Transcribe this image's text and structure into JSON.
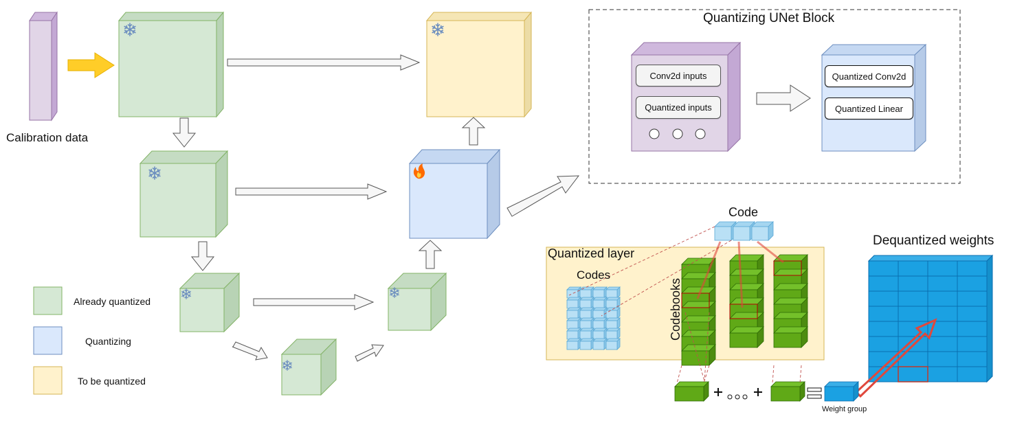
{
  "calibration_label": "Calibration data",
  "unet_block": {
    "title": "Quantizing UNet Block",
    "left_items": [
      "Conv2d inputs",
      "Quantized inputs"
    ],
    "right_items": [
      "Quantized Conv2d",
      "Quantized Linear"
    ]
  },
  "legend": [
    {
      "label": "Already quantized",
      "color": "#d5e8d4"
    },
    {
      "label": "Quantizing",
      "color": "#dae8fc"
    },
    {
      "label": "To be quantized",
      "color": "#fff2cc"
    }
  ],
  "quantized_layer": {
    "title": "Quantized layer",
    "codes_label": "Codes",
    "codebooks_label": "Codebooks",
    "code_label": "Code",
    "dequantized_label": "Dequantized weights",
    "weight_group_label": "Weight group"
  },
  "colors": {
    "green_fill": "#d5e8d4",
    "green_stroke": "#82b366",
    "blue_fill": "#dae8fc",
    "blue_stroke": "#6c8ebf",
    "yellow_fill": "#fff2cc",
    "yellow_stroke": "#d6b656",
    "purple_fill": "#e1d5e7",
    "purple_stroke": "#9673a6",
    "codebook_green": "#60a917",
    "dequant_blue": "#1ba1e2",
    "arrow_yellow": "#ffcd28",
    "highlight_red": "#e0483c"
  },
  "icons": {
    "frozen": "snowflake-icon",
    "training": "fire-icon"
  }
}
